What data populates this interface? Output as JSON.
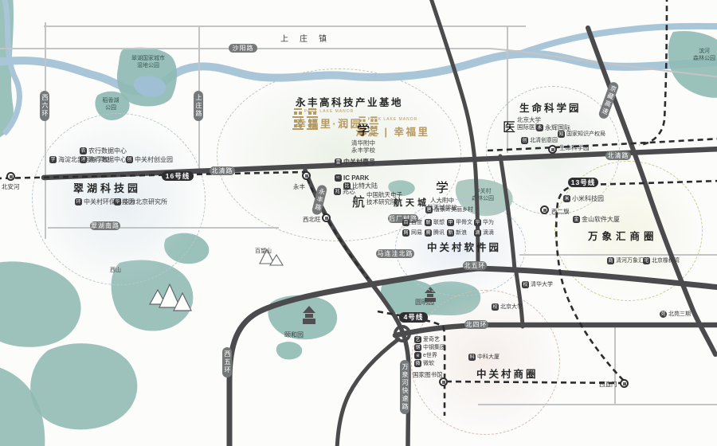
{
  "labels": {
    "town": "上庄镇"
  },
  "branding": {
    "logo_primary": {
      "cn": "幸福里·润园",
      "en": "PARK LAKE MANOR"
    },
    "logo_secondary": {
      "cn": "海淀 | 幸福里",
      "en": "PARK LAKE MANOR"
    }
  },
  "zones": [
    {
      "id": "cuihu",
      "title": "翠湖科技园"
    },
    {
      "id": "yongfeng",
      "title": "永丰高科技产业基地"
    },
    {
      "id": "life-science",
      "title": "生命科学园"
    },
    {
      "id": "software-park",
      "title": "中关村软件园"
    },
    {
      "id": "wanxianghui",
      "title": "万象汇商圈"
    },
    {
      "id": "zgc-biz",
      "title": "中关村商圈"
    },
    {
      "id": "space-city",
      "title": "航天城"
    }
  ],
  "metro": {
    "lines": [
      {
        "label": "16号线"
      },
      {
        "label": "13号线"
      },
      {
        "label": "4号线"
      }
    ],
    "stations": [
      {
        "label": "北安河"
      },
      {
        "label": "永丰"
      },
      {
        "label": "西北旺"
      },
      {
        "label": "生命科学园"
      },
      {
        "label": "西二旗"
      },
      {
        "label": "国家图书馆"
      },
      {
        "label": "西直门"
      }
    ]
  },
  "roads": [
    {
      "label": "沙阳路"
    },
    {
      "label": "西六环"
    },
    {
      "label": "上庄路"
    },
    {
      "label": "北清路"
    },
    {
      "label": "北清路"
    },
    {
      "label": "永丰路"
    },
    {
      "label": "后厂村路"
    },
    {
      "label": "翠湖南路"
    },
    {
      "label": "马连洼北路"
    },
    {
      "label": "北五环"
    },
    {
      "label": "北四环"
    },
    {
      "label": "万泉河快速路"
    },
    {
      "label": "西五环"
    },
    {
      "label": "京藏高速"
    }
  ],
  "pois": [
    {
      "label": "农行数据中心",
      "icon": "农"
    },
    {
      "label": "建行数据中心",
      "icon": "建"
    },
    {
      "label": "海淀北部国际学校",
      "icon": "学"
    },
    {
      "label": "中关村创业园",
      "icon": "创"
    },
    {
      "label": "中关村环保科技园",
      "icon": "环"
    },
    {
      "label": "华为北京研究所",
      "icon": "华"
    },
    {
      "label": "中关村壹号",
      "icon": "壹"
    },
    {
      "label": "IC PARK",
      "icon": "IC"
    },
    {
      "label": "比特大陆",
      "icon": "比"
    },
    {
      "label": "兆芯",
      "icon": "兆"
    },
    {
      "label": "唐家岭美丽乡村",
      "icon": "唐"
    },
    {
      "label": "永辉国际",
      "icon": "永"
    },
    {
      "label": "国家知识产权局",
      "icon": "知"
    },
    {
      "label": "北清创意园",
      "icon": "创"
    },
    {
      "label": "小米科技园",
      "icon": "米"
    },
    {
      "label": "金山软件大厦",
      "icon": "金"
    },
    {
      "label": "清河万象汇",
      "icon": "商"
    },
    {
      "label": "北京橡树湾",
      "icon": "宅"
    },
    {
      "label": "百度",
      "icon": "百"
    },
    {
      "label": "联想",
      "icon": "联"
    },
    {
      "label": "甲骨文",
      "icon": "甲"
    },
    {
      "label": "华为",
      "icon": "华"
    },
    {
      "label": "网易",
      "icon": "网"
    },
    {
      "label": "腾讯",
      "icon": "腾"
    },
    {
      "label": "新浪",
      "icon": "新"
    },
    {
      "label": "滴滴",
      "icon": "滴"
    },
    {
      "label": "爱奇艺",
      "icon": "艺"
    },
    {
      "label": "中钢集团",
      "icon": "钢"
    },
    {
      "label": "e世界",
      "icon": "e"
    },
    {
      "label": "微软",
      "icon": "微"
    },
    {
      "label": "中科大厦",
      "icon": "科"
    },
    {
      "label": "北京大学",
      "icon": "校"
    },
    {
      "label": "清华大学",
      "icon": "校"
    },
    {
      "label": "北苑三期",
      "icon": "苑"
    }
  ],
  "pois_two_line": [
    {
      "l1": "清华附中",
      "l2": "永丰学校",
      "icon": "学"
    },
    {
      "l1": "中国航天电子",
      "l2": "技术研究院",
      "icon": "航"
    },
    {
      "l1": "人大附中",
      "l2": "航天城学校",
      "icon": "学"
    },
    {
      "l1": "北京大学",
      "l2": "国际医院",
      "icon": "医"
    }
  ],
  "parks": [
    {
      "l1": "翠湖国家城市",
      "l2": "湿地公园"
    },
    {
      "l1": "稻香湖",
      "l2": "公园"
    },
    {
      "l1": "中关村",
      "l2": "森林公园"
    },
    {
      "l1": "滨河",
      "l2": "森林公园"
    },
    {
      "label": "圆明园"
    },
    {
      "label": "颐和园"
    },
    {
      "label": "百望山"
    },
    {
      "label": "西山"
    }
  ],
  "colors": {
    "gold": "#b59a63",
    "water": "#a9c6d9",
    "park_green": "#8fbab3",
    "road_dark": "#4b4b4d",
    "road_light": "#c2c4c5",
    "metro_dash": "#2c2c2e",
    "pill_road": "#75797a",
    "pill_metro": "#2f2f31"
  }
}
